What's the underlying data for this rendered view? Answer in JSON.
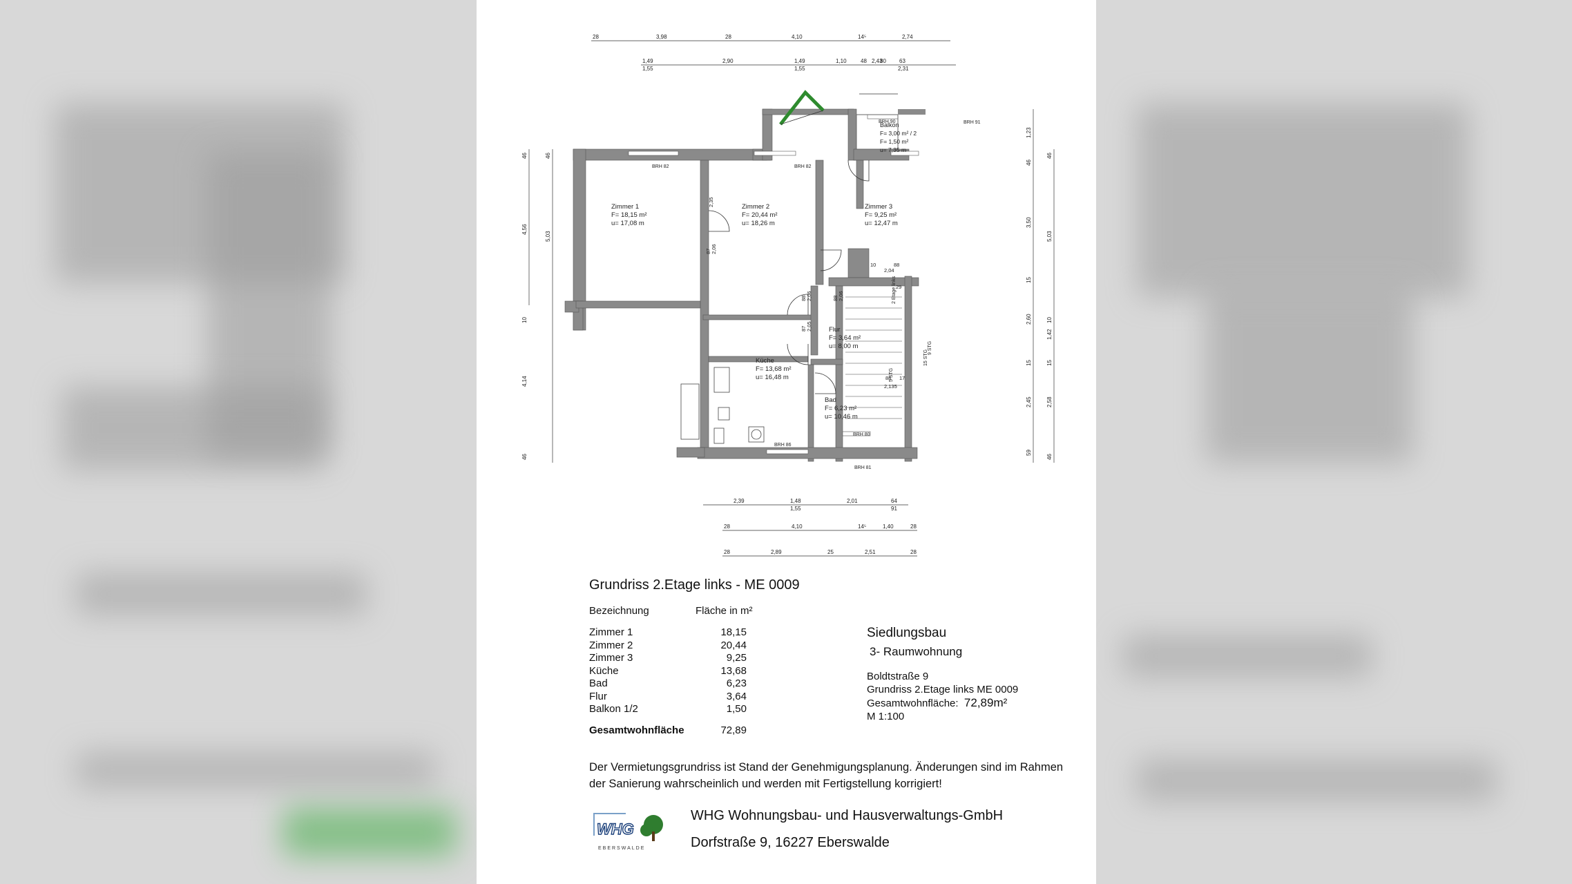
{
  "plan": {
    "rooms": [
      {
        "name": "Zimmer 1",
        "area": "F= 18,15 m²",
        "perimeter": "u= 17,08 m"
      },
      {
        "name": "Zimmer 2",
        "area": "F= 20,44 m²",
        "perimeter": "u= 18,26 m"
      },
      {
        "name": "Zimmer 3",
        "area": "F= 9,25 m²",
        "perimeter": "u= 12,47 m"
      },
      {
        "name": "Küche",
        "area": "F= 13,68 m²",
        "perimeter": "u= 16,48 m"
      },
      {
        "name": "Flur",
        "area": "F= 3,64 m²",
        "perimeter": "u= 8,00 m"
      },
      {
        "name": "Bad",
        "area": "F= 6,23 m²",
        "perimeter": "u= 10,46 m"
      }
    ],
    "balcony": {
      "name": "Balkon",
      "l1": "F= 3,00 m² / 2",
      "l2": "F= 1,50 m²",
      "l3": "u= 7,35 m"
    },
    "brh": [
      "BRH 82",
      "BRH 82",
      "BRH 90",
      "BRH 91",
      "BRH 86",
      "BRH 80",
      "BRH 81"
    ],
    "stair_labels": [
      "5 STG",
      "15 STG",
      "9 STG",
      "2 Etage links"
    ],
    "dims_top1": [
      "28",
      "3,98",
      "28",
      "4,10",
      "14⁵",
      "2,74"
    ],
    "dims_top2": [
      "1,49",
      "2,90",
      "1,49",
      "1,10",
      "48",
      "80",
      "63",
      "2,43"
    ],
    "dims_top2b": [
      "1,55",
      "1,55",
      "2,31"
    ],
    "dims_bottom1": [
      "2,39",
      "1,48",
      "2,01",
      "64"
    ],
    "dims_bottom1b": [
      "1,55",
      "91"
    ],
    "dims_bottom2": [
      "28",
      "4,10",
      "14⁵",
      "1,40",
      "28"
    ],
    "dims_bottom3": [
      "28",
      "2,89",
      "25",
      "2,51",
      "28"
    ],
    "dims_left_outer": [
      "46",
      "4,56",
      "10",
      "4,14",
      "46"
    ],
    "dims_left_inner": [
      "46",
      "5,03"
    ],
    "dims_right_outer": [
      "1,23",
      "46",
      "3,50",
      "15",
      "2,60",
      "15",
      "2,45",
      "59"
    ],
    "dims_right_inner": [
      "46",
      "5,03",
      "10",
      "1,42",
      "15",
      "2,58",
      "46"
    ],
    "dims_inner": [
      "2,35",
      "87",
      "2,06",
      "88",
      "2,04",
      "10",
      "29",
      "88",
      "2,06",
      "88",
      "2,06",
      "87",
      "2,05",
      "88",
      "2,135",
      "17"
    ]
  },
  "title": "Grundriss 2.Etage links - ME 0009",
  "table": {
    "header_name": "Bezeichnung",
    "header_area": "Fläche in m²",
    "rows": [
      {
        "name": "Zimmer 1",
        "value": "18,15"
      },
      {
        "name": "Zimmer 2",
        "value": "20,44"
      },
      {
        "name": "Zimmer 3",
        "value": "9,25"
      },
      {
        "name": "Küche",
        "value": "13,68"
      },
      {
        "name": "Bad",
        "value": "6,23"
      },
      {
        "name": "Flur",
        "value": "3,64"
      },
      {
        "name": "Balkon 1/2",
        "value": "1,50"
      }
    ],
    "total_label": "Gesamtwohnfläche",
    "total_value": "72,89"
  },
  "info": {
    "type": "Siedlungsbau",
    "subtype": "3- Raumwohnung",
    "street": "Boldtstraße 9",
    "plan_name": "Grundriss 2.Etage links ME 0009",
    "living_label": "Gesamtwohnfläche:",
    "living_value": "72,89m²",
    "scale": "M   1:100"
  },
  "note": "Der Vermietungsgrundriss ist Stand der Genehmigungsplanung. Änderungen sind im Rahmen der Sanierung wahrscheinlich und werden mit Fertigstellung korrigiert!",
  "company": {
    "logo_text": "WHG",
    "logo_sub": "EBERSWALDE",
    "name": "WHG Wohnungsbau- und Hausverwaltungs-GmbH",
    "address": "Dorfstraße 9, 16227 Eberswalde"
  },
  "colors": {
    "north_arrow": "#2e8b2e",
    "walls": "#8a8a8a",
    "tree": "#2f7d2f"
  }
}
